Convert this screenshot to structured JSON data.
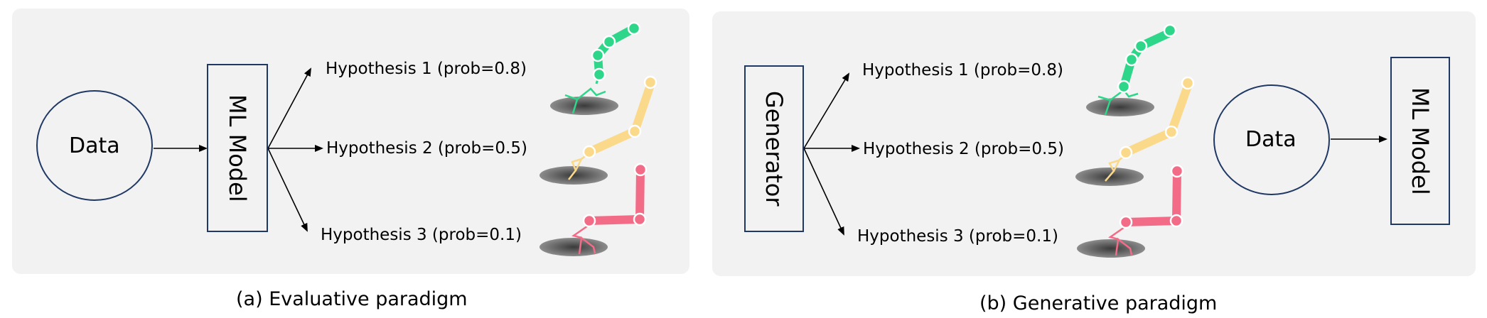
{
  "panel_a": {
    "data_label": "Data",
    "model_label": "ML Model",
    "hypotheses": [
      "Hypothesis 1 (prob=0.8)",
      "Hypothesis 2 (prob=0.5)",
      "Hypothesis 3 (prob=0.1)"
    ],
    "caption": "(a) Evaluative paradigm"
  },
  "panel_b": {
    "generator_label": "Generator",
    "hypotheses": [
      "Hypothesis 1 (prob=0.8)",
      "Hypothesis 2 (prob=0.5)",
      "Hypothesis 3 (prob=0.1)"
    ],
    "data_label": "Data",
    "model_label": "ML Model",
    "caption": "(b) Generative paradigm"
  },
  "colors": {
    "panel_bg": "#f2f2f2",
    "box_border": "#1f3864",
    "robot_green": "#2ed68a",
    "robot_yellow": "#fbd98a",
    "robot_red": "#f36c87"
  }
}
